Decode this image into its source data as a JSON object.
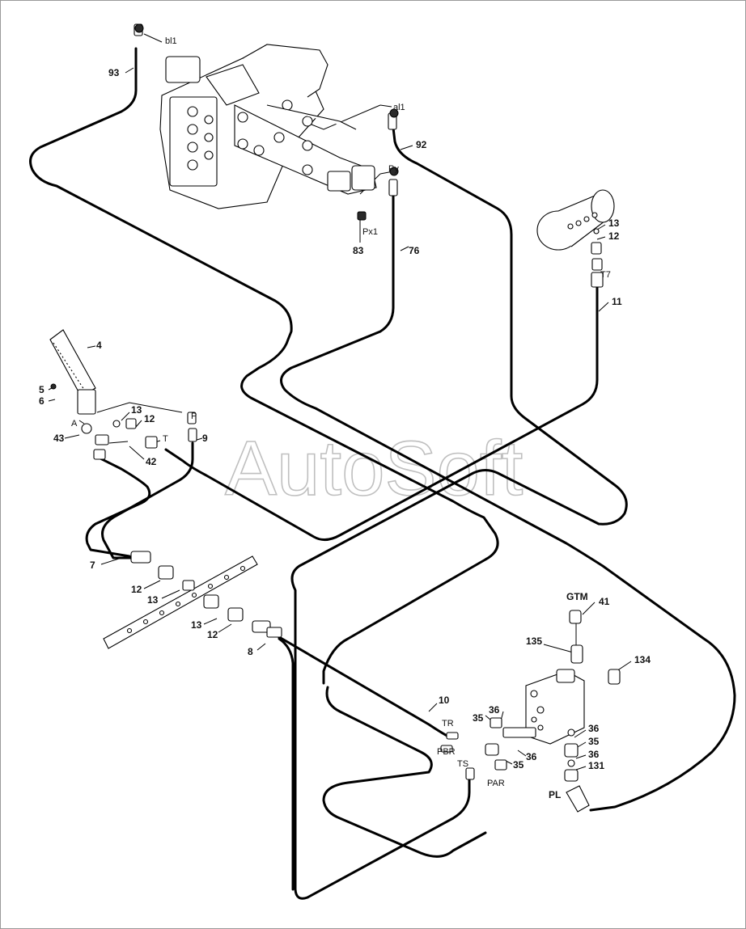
{
  "watermark": "AutoSoft",
  "labels": {
    "bl1": "bl1",
    "n93": "93",
    "al1": "al1",
    "n92": "92",
    "py": "Py",
    "px1": "Px1",
    "n83": "83",
    "n76": "76",
    "n13a": "13",
    "n12a": "12",
    "t7": "T7",
    "n11": "11",
    "n4": "4",
    "n5": "5",
    "n6": "6",
    "a": "A",
    "n43": "43",
    "n13b": "13",
    "n12b": "12",
    "t": "T",
    "p": "P",
    "n9": "9",
    "n42": "42",
    "n7": "7",
    "n12c": "12",
    "n13c": "13",
    "n13d": "13",
    "n12d": "12",
    "n8": "8",
    "n10": "10",
    "tr": "TR",
    "pbr": "PBR",
    "ts": "TS",
    "par": "PAR",
    "n35a": "35",
    "n36a": "36",
    "n36b": "36",
    "n35b": "35",
    "gtm": "GTM",
    "n41": "41",
    "n135": "135",
    "n134": "134",
    "n36c": "36",
    "n35c": "35",
    "n36d": "36",
    "n131": "131",
    "pl": "PL"
  }
}
